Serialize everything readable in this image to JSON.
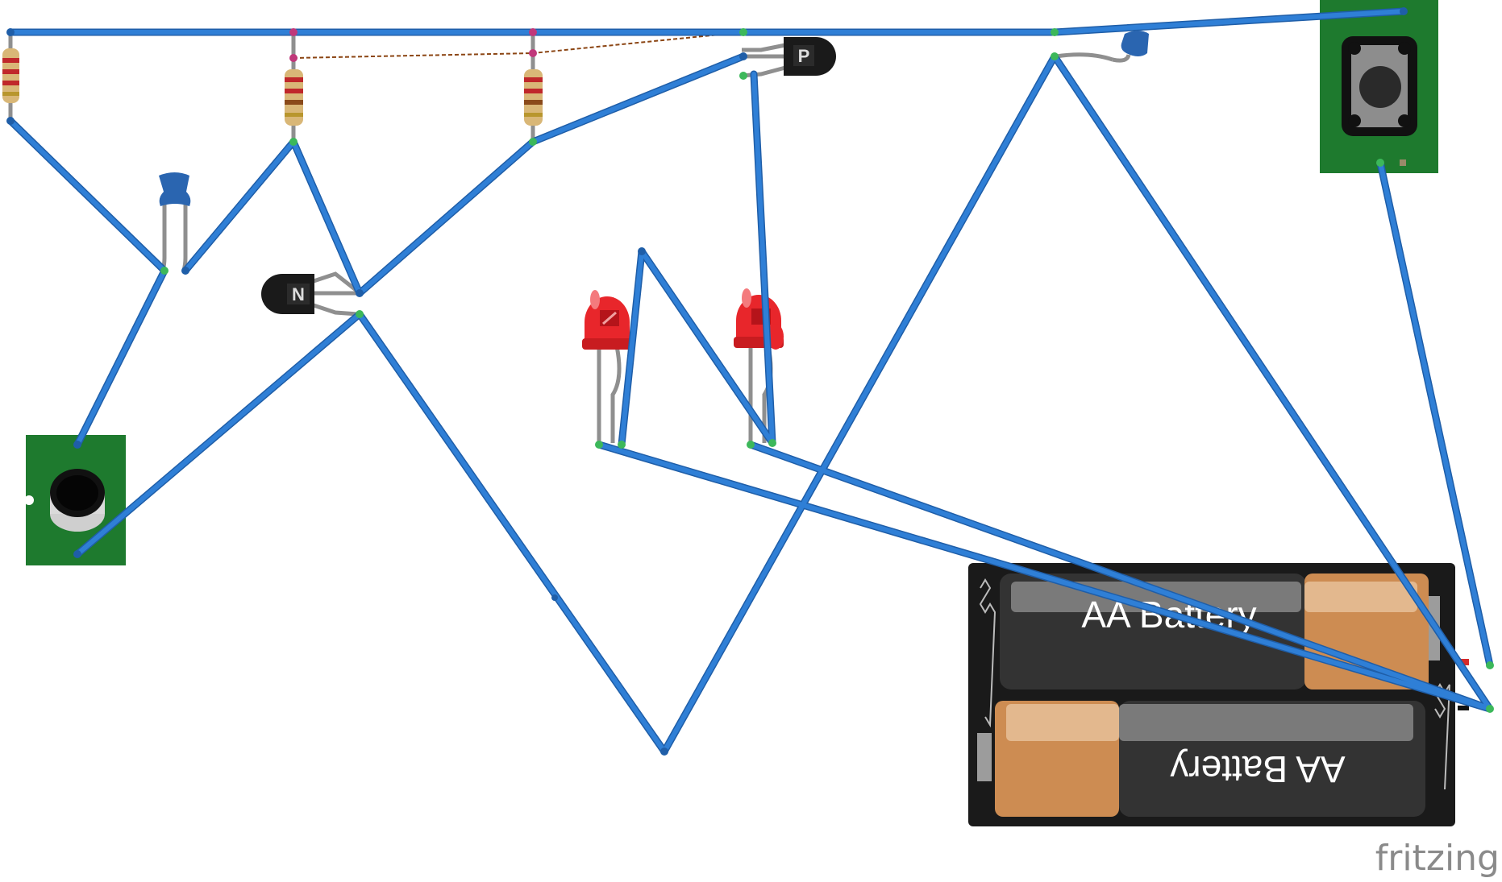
{
  "diagram": {
    "watermark": "fritzing",
    "battery_labels": [
      "AA Battery",
      "AA Battery"
    ],
    "transistor_labels": {
      "npn": "N",
      "pnp": "P"
    },
    "colors": {
      "wire": "#2f7fd6",
      "wire_edge": "#1f5ea8",
      "pcb_green": "#1e7a2e",
      "resistor_body": "#d9b777",
      "led_red": "#e8262b",
      "capacitor_blue": "#2a65b0",
      "battery_black": "#1a1a1a",
      "battery_copper": "#cd8c52",
      "dashed_trace": "#8b4513"
    }
  }
}
